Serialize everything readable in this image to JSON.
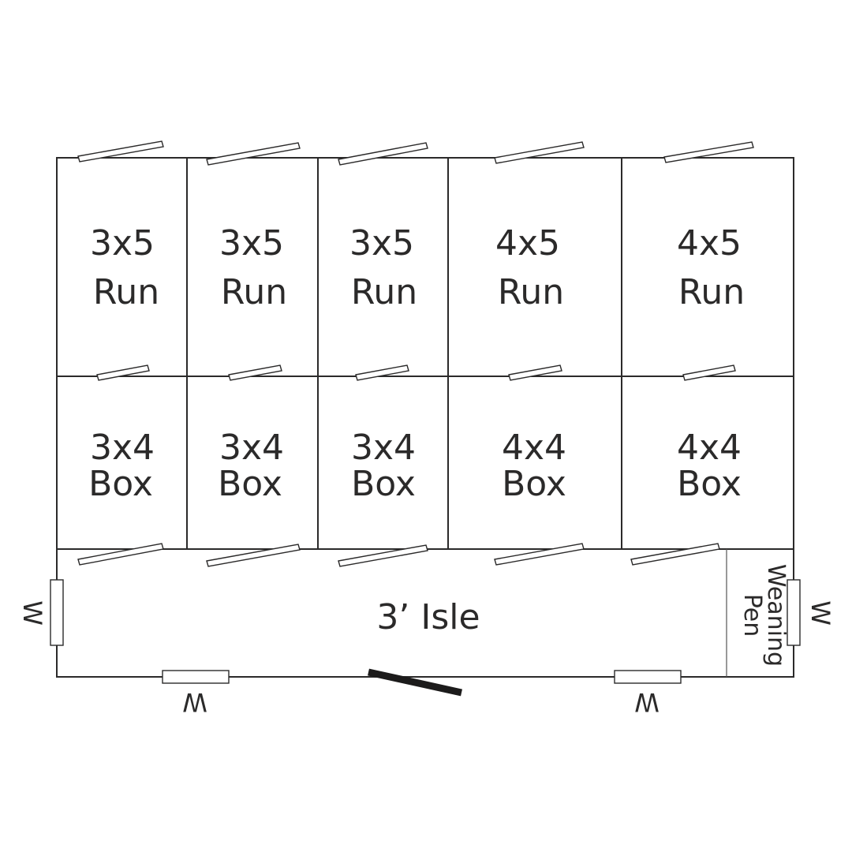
{
  "runs": [
    {
      "size": "3x5",
      "type": "Run"
    },
    {
      "size": "3x5",
      "type": "Run"
    },
    {
      "size": "3x5",
      "type": "Run"
    },
    {
      "size": "4x5",
      "type": "Run"
    },
    {
      "size": "4x5",
      "type": "Run"
    }
  ],
  "boxes": [
    {
      "size": "3x4",
      "type": "Box"
    },
    {
      "size": "3x4",
      "type": "Box"
    },
    {
      "size": "3x4",
      "type": "Box"
    },
    {
      "size": "4x4",
      "type": "Box"
    },
    {
      "size": "4x4",
      "type": "Box"
    }
  ],
  "aisle": {
    "label": "3’ Isle"
  },
  "weaning_pen": {
    "line1": "Weaning",
    "line2": "Pen"
  },
  "window_label": "W"
}
